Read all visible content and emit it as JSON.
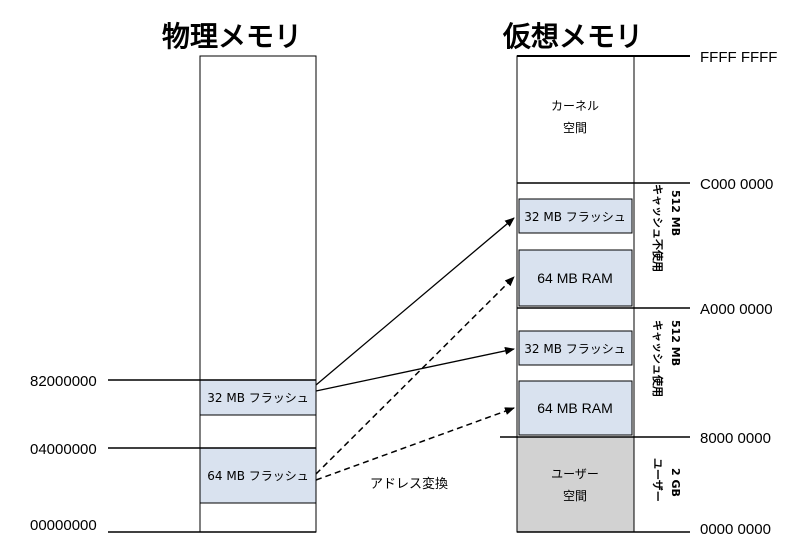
{
  "titles": {
    "physical": "物理メモリ",
    "virtual": "仮想メモリ"
  },
  "physical_addresses": {
    "a82000000": "82000000",
    "a04000000": "04000000",
    "a00000000": "00000000"
  },
  "physical_blocks": {
    "flash32": "32 MB フラッシュ",
    "flash64": "64 MB フラッシュ"
  },
  "virtual_addresses": {
    "ffff": "FFFF FFFF",
    "c000": "C000 0000",
    "a000": "A000 0000",
    "b8000": "8000 0000",
    "zero": "0000 0000"
  },
  "virtual_blocks": {
    "kernel_line1": "カーネル",
    "kernel_line2": "空間",
    "flash32_uncached": "32 MB フラッシュ",
    "ram64_uncached": "64 MB RAM",
    "flash32_cached": "32 MB フラッシュ",
    "ram64_cached": "64 MB RAM",
    "user_line1": "ユーザー",
    "user_line2": "空間"
  },
  "side_labels": {
    "uncached_size": "512 MB",
    "uncached_text": "キャッシュ不使用",
    "cached_size": "512 MB",
    "cached_text": "キャッシュ使用",
    "user_size": "2 GB",
    "user_text": "ユーザー"
  },
  "annotation": "アドレス変換",
  "colors": {
    "block_fill": "#d9e2ef",
    "user_fill": "#d2d2d2",
    "line": "#000000"
  }
}
